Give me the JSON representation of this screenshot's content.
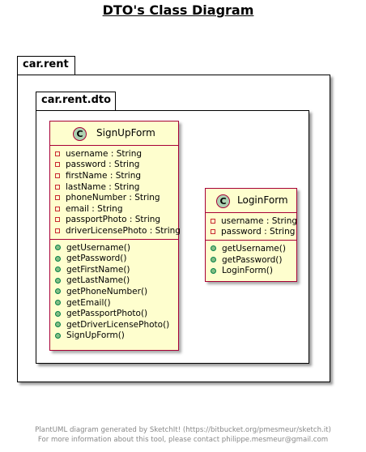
{
  "title": "DTO's Class Diagram",
  "packages": {
    "outer": "car.rent",
    "inner": "car.rent.dto"
  },
  "signup": {
    "icon": "C",
    "name": "SignUpForm",
    "attributes": [
      "username : String",
      "password : String",
      "firstName : String",
      "lastName : String",
      "phoneNumber : String",
      "email : String",
      "passportPhoto : String",
      "driverLicensePhoto : String"
    ],
    "methods": [
      "getUsername()",
      "getPassword()",
      "getFirstName()",
      "getLastName()",
      "getPhoneNumber()",
      "getEmail()",
      "getPassportPhoto()",
      "getDriverLicensePhoto()",
      "SignUpForm()"
    ]
  },
  "login": {
    "icon": "C",
    "name": "LoginForm",
    "attributes": [
      "username : String",
      "password : String"
    ],
    "methods": [
      "getUsername()",
      "getPassword()",
      "LoginForm()"
    ]
  },
  "footer": {
    "line1": "PlantUML diagram generated by SketchIt! (https://bitbucket.org/pmesmeur/sketch.it)",
    "line2": "For more information about this tool, please contact philippe.mesmeur@gmail.com"
  },
  "colors": {
    "class_fill": "#FEFECE",
    "class_border": "#A80036",
    "class_icon": "#ADD1B2",
    "private_marker": "#C82930",
    "public_marker": "#84BE84",
    "footer_text": "#888888"
  }
}
